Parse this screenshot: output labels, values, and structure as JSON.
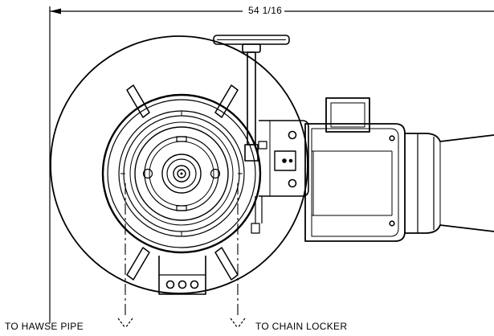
{
  "drawing": {
    "overall_width_dim": "54 1/16",
    "label_hawse": "TO HAWSE PIPE",
    "label_locker": "TO CHAIN LOCKER"
  }
}
